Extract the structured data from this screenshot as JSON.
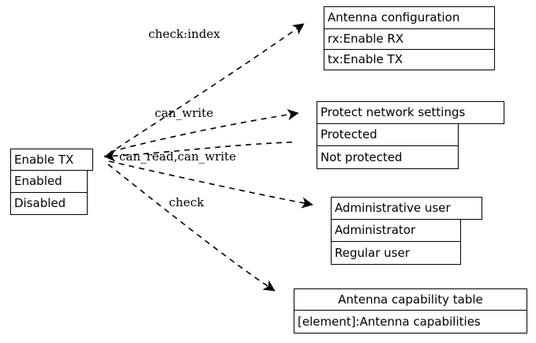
{
  "diagram": {
    "type": "uml-object-reference-diagram",
    "background_color": "#ffffff",
    "line_color": "#000000",
    "text_color": "#000000",
    "edge_style": "dashed-with-arrowhead"
  },
  "nodes": {
    "enable_tx": {
      "title": "Enable TX",
      "rows": [
        "Enabled",
        "Disabled"
      ]
    },
    "antenna_configuration": {
      "title": "Antenna configuration",
      "rows": [
        "rx:Enable RX",
        "tx:Enable TX"
      ]
    },
    "protect_network_settings": {
      "title": "Protect network settings",
      "rows": [
        "Protected",
        "Not protected"
      ]
    },
    "administrative_user": {
      "title": "Administrative user",
      "rows": [
        "Administrator",
        "Regular user"
      ]
    },
    "antenna_capability_table": {
      "title": "Antenna capability table",
      "rows": [
        "[element]:Antenna capabilities"
      ]
    }
  },
  "edges": [
    {
      "id": "edge-check-index",
      "label": "check:index",
      "from": "enable_tx",
      "to": "antenna_configuration"
    },
    {
      "id": "edge-can-write",
      "label": "can_write",
      "from": "enable_tx",
      "to": "protect_network_settings"
    },
    {
      "id": "edge-can-read-can-write",
      "label": "can_read,can_write",
      "from": "protect_network_settings",
      "to": "enable_tx"
    },
    {
      "id": "edge-check",
      "label": "check",
      "from": "enable_tx",
      "to": "administrative_user"
    },
    {
      "id": "edge-capability",
      "label": "",
      "from": "enable_tx",
      "to": "antenna_capability_table"
    }
  ]
}
